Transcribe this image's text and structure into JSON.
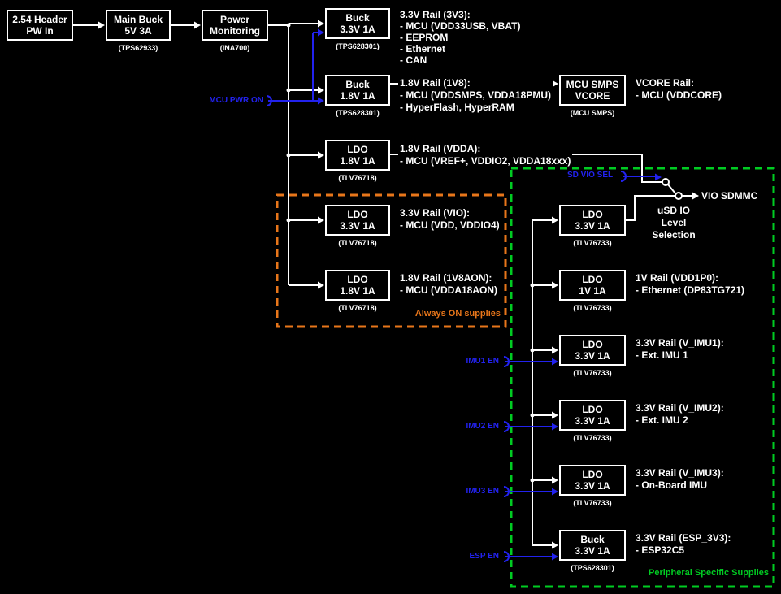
{
  "colors": {
    "background": "#000000",
    "wire": "#ffffff",
    "enable": "#2222ee",
    "always_on": "#e8761a",
    "peripheral": "#00cc22"
  },
  "chain": {
    "header_box": {
      "l1": "2.54 Header",
      "l2": "PW In"
    },
    "main_buck": {
      "l1": "Main Buck",
      "l2": "5V 3A",
      "part": "(TPS62933)"
    },
    "power_monitor": {
      "l1": "Power",
      "l2": "Monitoring",
      "part": "(INA700)"
    }
  },
  "main_rails": [
    {
      "l1": "Buck",
      "l2": "3.3V 1A",
      "part": "(TPS628301)",
      "rail": "3.3V Rail (3V3):",
      "loads": [
        "- MCU (VDD33USB, VBAT)",
        "- EEPROM",
        "- Ethernet",
        "- CAN"
      ]
    },
    {
      "l1": "Buck",
      "l2": "1.8V 1A",
      "part": "(TPS628301)",
      "rail": "1.8V Rail (1V8):",
      "loads": [
        "- MCU (VDDSMPS, VDDA18PMU)",
        "- HyperFlash, HyperRAM"
      ]
    },
    {
      "l1": "LDO",
      "l2": "1.8V 1A",
      "part": "(TLV76718)",
      "rail": "1.8V Rail (VDDA):",
      "loads": [
        "- MCU (VREF+, VDDIO2, VDDA18xxx)"
      ]
    },
    {
      "l1": "LDO",
      "l2": "3.3V 1A",
      "part": "(TLV76718)",
      "rail": "3.3V Rail (VIO):",
      "loads": [
        "- MCU (VDD, VDDIO4)"
      ]
    },
    {
      "l1": "LDO",
      "l2": "1.8V 1A",
      "part": "(TLV76718)",
      "rail": "1.8V Rail (1V8AON):",
      "loads": [
        "- MCU (VDDA18AON)"
      ]
    }
  ],
  "vcore": {
    "l1": "MCU SMPS",
    "l2": "VCORE",
    "part": "(MCU SMPS)",
    "rail": "VCORE Rail:",
    "loads": [
      "- MCU (VDDCORE)"
    ]
  },
  "peripheral_rails": [
    {
      "l1": "LDO",
      "l2": "3.3V 1A",
      "part": "(TLV76733)"
    },
    {
      "l1": "LDO",
      "l2": "1V 1A",
      "part": "(TLV76733)",
      "rail": "1V Rail (VDD1P0):",
      "loads": [
        "- Ethernet (DP83TG721)"
      ]
    },
    {
      "l1": "LDO",
      "l2": "3.3V 1A",
      "part": "(TLV76733)",
      "rail": "3.3V Rail (V_IMU1):",
      "loads": [
        "- Ext. IMU 1"
      ],
      "enable": "IMU1 EN"
    },
    {
      "l1": "LDO",
      "l2": "3.3V 1A",
      "part": "(TLV76733)",
      "rail": "3.3V Rail (V_IMU2):",
      "loads": [
        "- Ext. IMU 2"
      ],
      "enable": "IMU2 EN"
    },
    {
      "l1": "LDO",
      "l2": "3.3V 1A",
      "part": "(TLV76733)",
      "rail": "3.3V Rail (V_IMU3):",
      "loads": [
        "- On-Board IMU"
      ],
      "enable": "IMU3 EN"
    },
    {
      "l1": "Buck",
      "l2": "3.3V 1A",
      "part": "(TPS628301)",
      "rail": "3.3V Rail (ESP_3V3):",
      "loads": [
        "- ESP32C5"
      ],
      "enable": "ESP EN"
    }
  ],
  "switch": {
    "control": "SD VIO SEL",
    "output": "VIO SDMMC",
    "note_l1": "uSD IO Level",
    "note_l2": "Selection"
  },
  "signals": {
    "mcu_pwr_on": "MCU PWR ON"
  },
  "regions": {
    "always_on": "Always ON supplies",
    "peripheral": "Peripheral Specific Supplies"
  }
}
